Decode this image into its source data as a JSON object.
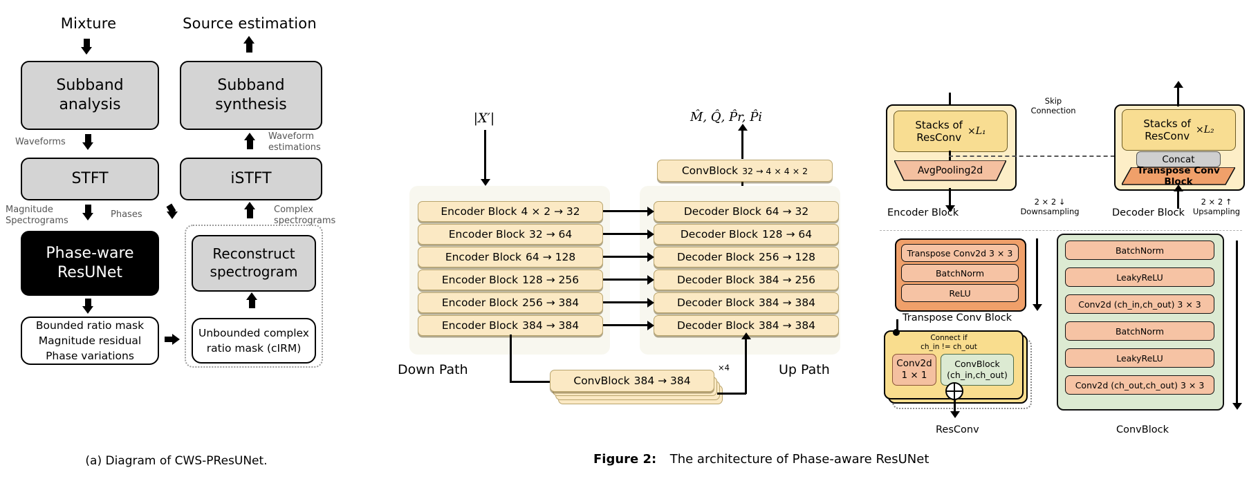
{
  "panel_a": {
    "title_left": "Mixture",
    "title_right": "Source estimation",
    "boxes": {
      "subband_analysis": "Subband\nanalysis",
      "subband_synthesis": "Subband\nsynthesis",
      "stft": "STFT",
      "istft": "iSTFT",
      "model": "Phase-ware\nResUNet",
      "reconstruct": "Reconstruct\nspectrogram",
      "outputs": "Bounded ratio mask\nMagnitude residual\nPhase variations",
      "cirm": "Unbounded complex\nratio mask (cIRM)"
    },
    "edge_labels": {
      "waveforms": "Waveforms",
      "waveform_estimations": "Waveform\nestimations",
      "magnitude_spectrograms": "Magnitude\nSpectrograms",
      "phases": "Phases",
      "complex_spectrograms": "Complex\nspectrograms"
    },
    "caption": "(a) Diagram of CWS-PResUNet."
  },
  "panel_b": {
    "input_label": "|X′|",
    "output_label": "M̂, Q̂, P̂r, P̂i",
    "down_path_label": "Down Path",
    "up_path_label": "Up Path",
    "encoder_blocks": [
      {
        "name": "Encoder Block",
        "spec": "4 × 2 →  32"
      },
      {
        "name": "Encoder Block",
        "spec": "32 → 64"
      },
      {
        "name": "Encoder Block",
        "spec": "64 → 128"
      },
      {
        "name": "Encoder Block",
        "spec": "128 → 256"
      },
      {
        "name": "Encoder Block",
        "spec": "256 → 384"
      },
      {
        "name": "Encoder Block",
        "spec": "384 → 384"
      }
    ],
    "decoder_blocks": [
      {
        "name": "Decoder Block",
        "spec": "64 → 32"
      },
      {
        "name": "Decoder Block",
        "spec": "128 → 64"
      },
      {
        "name": "Decoder Block",
        "spec": "256 → 128"
      },
      {
        "name": "Decoder Block",
        "spec": "384 → 256"
      },
      {
        "name": "Decoder Block",
        "spec": "384 → 384"
      },
      {
        "name": "Decoder Block",
        "spec": "384 → 384"
      }
    ],
    "top_convblock": {
      "name": "ConvBlock",
      "spec": "32 → 4 × 4 × 2"
    },
    "bottleneck": {
      "name": "ConvBlock",
      "spec": "384 → 384",
      "repeat": "×4"
    }
  },
  "panel_c": {
    "encoder_block": {
      "stack_label": "Stacks of\nResConv",
      "stack_repeat": "×L₁",
      "pool_label": "AvgPooling2d",
      "caption": "Encoder Block",
      "sampling": "2 × 2 ↓\nDownsampling"
    },
    "decoder_block": {
      "stack_label": "Stacks of\nResConv",
      "stack_repeat": "×L₂",
      "concat_label": "Concat",
      "transpose_label": "Transpose Conv Block",
      "caption": "Decoder Block",
      "sampling": "2 × 2 ↑\nUpsampling"
    },
    "skip_connection_label": "Skip\nConnection",
    "transpose_conv_block": {
      "caption": "Transpose Conv Block",
      "rows": [
        "Transpose Conv2d 3 × 3",
        "BatchNorm",
        "ReLU"
      ]
    },
    "resconv": {
      "caption": "ResConv",
      "connect_note": "Connect if\nch_in != ch_out",
      "conv1x1": "Conv2d\n1 × 1",
      "convblock": "ConvBlock\n(ch_in,ch_out)"
    },
    "convblock": {
      "caption": "ConvBlock",
      "rows": [
        "BatchNorm",
        "LeakyReLU",
        "Conv2d (ch_in,ch_out) 3 × 3",
        "BatchNorm",
        "LeakyReLU",
        "Conv2d (ch_out,ch_out) 3 × 3"
      ]
    }
  },
  "figure_caption": {
    "prefix": "Figure 2:",
    "text": "The architecture of Phase-aware ResUNet"
  },
  "colors": {
    "gray_box": "#d4d4d4",
    "block_yellow": "#fbe9c4",
    "panel_bg": "#f8f7ef",
    "salmon": "#f4c0a0",
    "orange": "#f0a06a",
    "green": "#dcead2",
    "yellow": "#f9dd8e"
  }
}
